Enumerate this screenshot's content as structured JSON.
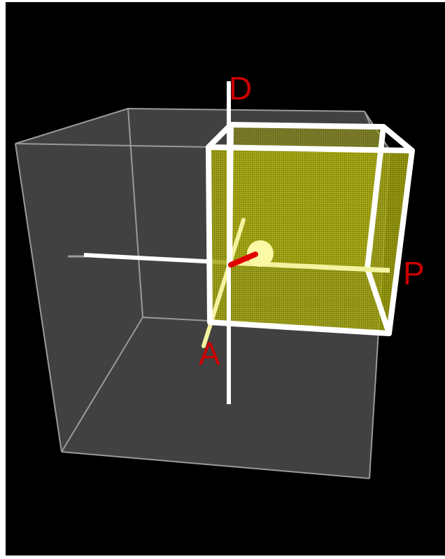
{
  "labels": {
    "dorsal": "D",
    "posterior": "P",
    "anterior": "A"
  },
  "colors": {
    "background": "#000000",
    "outer_cube_face": "#414141",
    "outer_cube_edge": "#9a9a9a",
    "highlight_fill": "#b8ba12",
    "highlight_edge": "#ffffff",
    "axis": "#ffffff",
    "axis_pale": "#f4f3a0",
    "label": "#cc0000",
    "marker": "#e00000",
    "sphere": "#fbf9a4"
  }
}
